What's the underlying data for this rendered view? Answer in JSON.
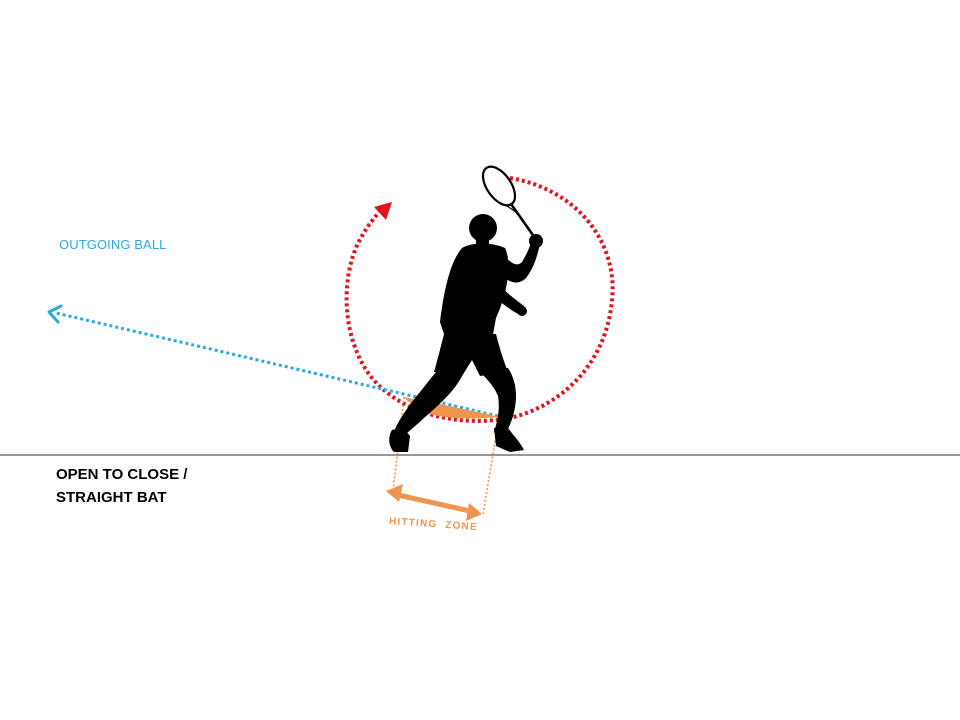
{
  "labels": {
    "outgoing_ball": "OUTGOING BALL",
    "caption_line1": "OPEN TO CLOSE /",
    "caption_line2": "STRAIGHT BAT",
    "hitting_zone": "HITTING  ZONE"
  },
  "colors": {
    "ball_path": "#29abe2",
    "swing_arc": "#e0141c",
    "hitting_zone": "#f0954e",
    "silhouette": "#000000",
    "ground": "#595959"
  },
  "icons": {
    "player": "squash-player-silhouette",
    "racket": "squash-racket"
  }
}
